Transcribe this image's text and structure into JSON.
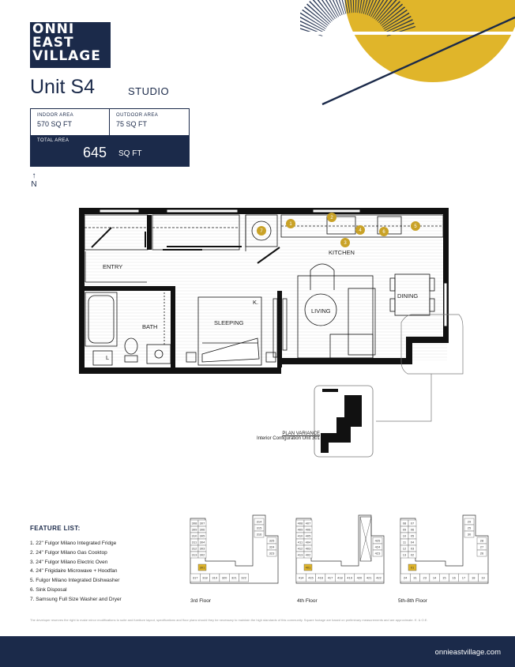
{
  "brand": {
    "logo_lines": [
      "ONNI",
      "EAST",
      "VILLAGE"
    ],
    "accent_color": "#e0b52a",
    "navy": "#1b2a4a"
  },
  "unit": {
    "title": "Unit S4",
    "type": "STUDIO"
  },
  "area": {
    "indoor_label": "INDOOR AREA",
    "indoor_value": "570 SQ FT",
    "outdoor_label": "OUTDOOR AREA",
    "outdoor_value": "75 SQ FT",
    "total_label": "TOTAL AREA",
    "total_value": "645",
    "total_unit": "SQ FT"
  },
  "compass": {
    "arrow": "↑",
    "label": "N"
  },
  "floorplan": {
    "rooms": {
      "entry": "ENTRY",
      "kitchen": "KITCHEN",
      "living": "LIVING",
      "dining": "DINING",
      "bath": "BATH",
      "sleeping": "SLEEPING",
      "closet": "K.",
      "laundry": "L"
    },
    "markers": [
      "1",
      "2",
      "3",
      "4",
      "5",
      "6",
      "7"
    ],
    "variance_title": "PLAN VARIANCE",
    "variance_note": "Interior Configuration Unit 301"
  },
  "features": {
    "title": "FEATURE LIST:",
    "items": [
      "1.   22\" Fulgor Milano Integrated Fridge",
      "2.   24\" Fulgor Milano Gas Cooktop",
      "3.   24\" Fulgor Milano Electric Oven",
      "4.   24\" Frigidaire Microwave + Hoodfan",
      "5.   Fulgor Milano Integrated Dishwasher",
      "6.   Sink Disposal",
      "7.   Samsung Full Size Washer and Dryer"
    ]
  },
  "keyplans": {
    "labels": [
      "3rd Floor",
      "4th Floor",
      "5th-8th Floor"
    ],
    "floor3_units": [
      "308",
      "307",
      "309",
      "306",
      "310",
      "305",
      "311",
      "304",
      "312",
      "303",
      "313",
      "302",
      "301",
      "325",
      "324",
      "323",
      "314",
      "315",
      "316",
      "317",
      "318",
      "319",
      "320",
      "321",
      "322"
    ],
    "floor4_units": [
      "408",
      "407",
      "409",
      "406",
      "410",
      "405",
      "411",
      "404",
      "412",
      "403",
      "413",
      "402",
      "401",
      "425",
      "424",
      "423",
      "414",
      "415",
      "416",
      "417",
      "418",
      "419",
      "420",
      "421",
      "422"
    ],
    "floor5_units": [
      "08",
      "07",
      "09",
      "06",
      "10",
      "05",
      "11",
      "04",
      "12",
      "03",
      "13",
      "02",
      "01",
      "28",
      "27",
      "26",
      "29",
      "25",
      "30",
      "24",
      "31",
      "23",
      "14",
      "15",
      "16",
      "17",
      "18",
      "19",
      "20",
      "21",
      "22"
    ]
  },
  "disclaimer": "The developer reserves the right to make minor modifications to suite and furniture layout, specifications and floor plans should they be necessary to maintain the high standards of this community. Square footage are based on preliminary measurements and are approximate. E. & O.E.",
  "footer": {
    "url": "onnieastvillage.com"
  }
}
